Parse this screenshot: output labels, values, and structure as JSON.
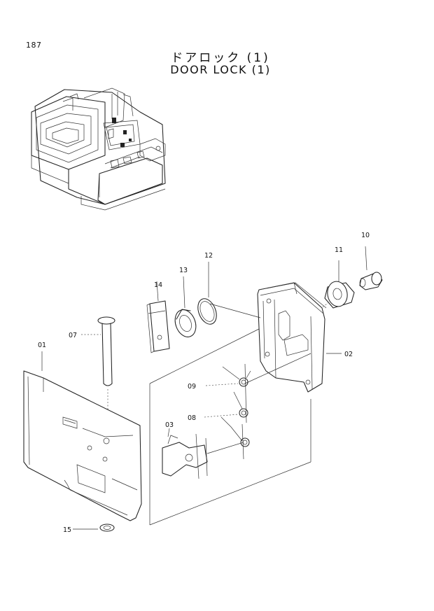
{
  "page": {
    "number": "187",
    "title_jp": "ドアロック (1)",
    "title_en": "DOOR LOCK (1)"
  },
  "callouts": [
    {
      "id": "01",
      "label": "01"
    },
    {
      "id": "02",
      "label": "02"
    },
    {
      "id": "03",
      "label": "03"
    },
    {
      "id": "07",
      "label": "07"
    },
    {
      "id": "08",
      "label": "08"
    },
    {
      "id": "09",
      "label": "09"
    },
    {
      "id": "10",
      "label": "10"
    },
    {
      "id": "11",
      "label": "11"
    },
    {
      "id": "12",
      "label": "12"
    },
    {
      "id": "13",
      "label": "13"
    },
    {
      "id": "14",
      "label": "14"
    },
    {
      "id": "15",
      "label": "15"
    }
  ]
}
